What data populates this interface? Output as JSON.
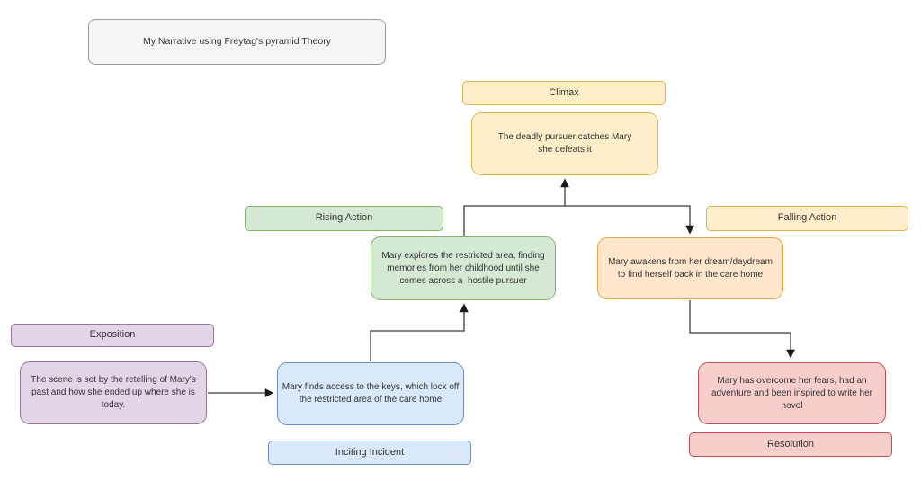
{
  "diagram": {
    "title": "My Narrative using Freytag's pyramid Theory",
    "stages": {
      "exposition": {
        "label": "Exposition",
        "content": "The scene is set by the retelling of Mary's\npast and how she ended up where she is\ntoday."
      },
      "inciting_incident": {
        "label": "Inciting Incident",
        "content": "Mary finds access to the keys, which lock off\nthe restricted area of the care home"
      },
      "rising_action": {
        "label": "Rising Action",
        "content": "Mary explores the restricted area, finding\nmemories from her childhood until she\ncomes across a  hostile pursuer"
      },
      "climax": {
        "label": "Climax",
        "content": "The deadly pursuer catches Mary\nshe defeats it"
      },
      "falling_action": {
        "label": "Falling Action",
        "content": "Mary awakens from her dream/daydream\nto find herself back in the care home"
      },
      "resolution": {
        "label": "Resolution",
        "content": "Mary has overcome her fears, had an\nadventure and been inspired to write her\nnovel"
      }
    },
    "edges": [
      {
        "from": "exposition",
        "to": "inciting_incident"
      },
      {
        "from": "inciting_incident",
        "to": "rising_action"
      },
      {
        "from": "rising_action",
        "to": "climax"
      },
      {
        "from": "climax",
        "to": "falling_action"
      },
      {
        "from": "falling_action",
        "to": "resolution"
      }
    ],
    "colors": {
      "gray_fill": "#f5f5f5",
      "gray_border": "#999999",
      "yellow_fill": "#ffeec9",
      "yellow_border": "#d6b656",
      "green_fill": "#d5e8d4",
      "green_border": "#82b366",
      "orange_fill": "#ffe6cc",
      "orange_border": "#e8a33d",
      "purple_fill": "#e1d5e7",
      "purple_border": "#9673a6",
      "blue_fill": "#dae8fc",
      "blue_border": "#6c8ebf",
      "red_fill": "#f8cecc",
      "red_border": "#b85450",
      "connector": "#3b3b3b"
    }
  }
}
